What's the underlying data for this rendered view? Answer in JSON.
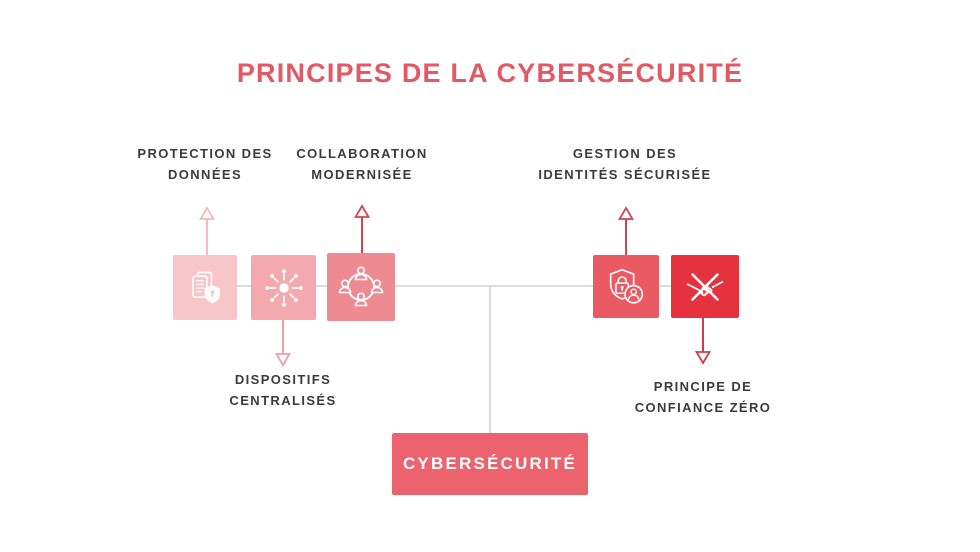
{
  "title": {
    "text": "PRINCIPES DE LA CYBERSÉCURITÉ",
    "color": "#e05964"
  },
  "center_node": {
    "label": "CYBERSÉCURITÉ",
    "color": "#ed636d"
  },
  "nodes": [
    {
      "id": "protection-des-donnees",
      "label": [
        "PROTECTION DES",
        "DONNÉES"
      ],
      "icon": "documents-shield-icon",
      "box_color": "#f8c6c9",
      "arrow_color": "#f2b9be",
      "arrow_direction": "up",
      "label_position": "above"
    },
    {
      "id": "dispositifs-centralises",
      "label": [
        "DISPOSITIFS",
        "CENTRALISÉS"
      ],
      "icon": "hub-network-icon",
      "box_color": "#f4a9ae",
      "arrow_color": "#ec9ea9",
      "arrow_direction": "down",
      "label_position": "below"
    },
    {
      "id": "collaboration-modernisee",
      "label": [
        "COLLABORATION",
        "MODERNISÉE"
      ],
      "icon": "people-collaboration-icon",
      "box_color": "#ee8a91",
      "arrow_color": "#d7434f",
      "arrow_direction": "up",
      "label_position": "above"
    },
    {
      "id": "gestion-des-identites-securisee",
      "label": [
        "GESTION DES",
        "IDENTITÉS SÉCURISÉE"
      ],
      "icon": "shield-lock-user-icon",
      "box_color": "#ea5a63",
      "arrow_color": "#cf4550",
      "arrow_direction": "up",
      "label_position": "above"
    },
    {
      "id": "principe-de-confiance-zero",
      "label": [
        "PRINCIPE DE",
        "CONFIANCE ZÉRO"
      ],
      "icon": "no-handshake-icon",
      "box_color": "#e6323e",
      "arrow_color": "#cf3d47",
      "arrow_direction": "down",
      "label_position": "below"
    }
  ],
  "colors": {
    "background": "#ffffff",
    "label_text": "#3b3b3b",
    "connector": "#dcdcdc"
  }
}
